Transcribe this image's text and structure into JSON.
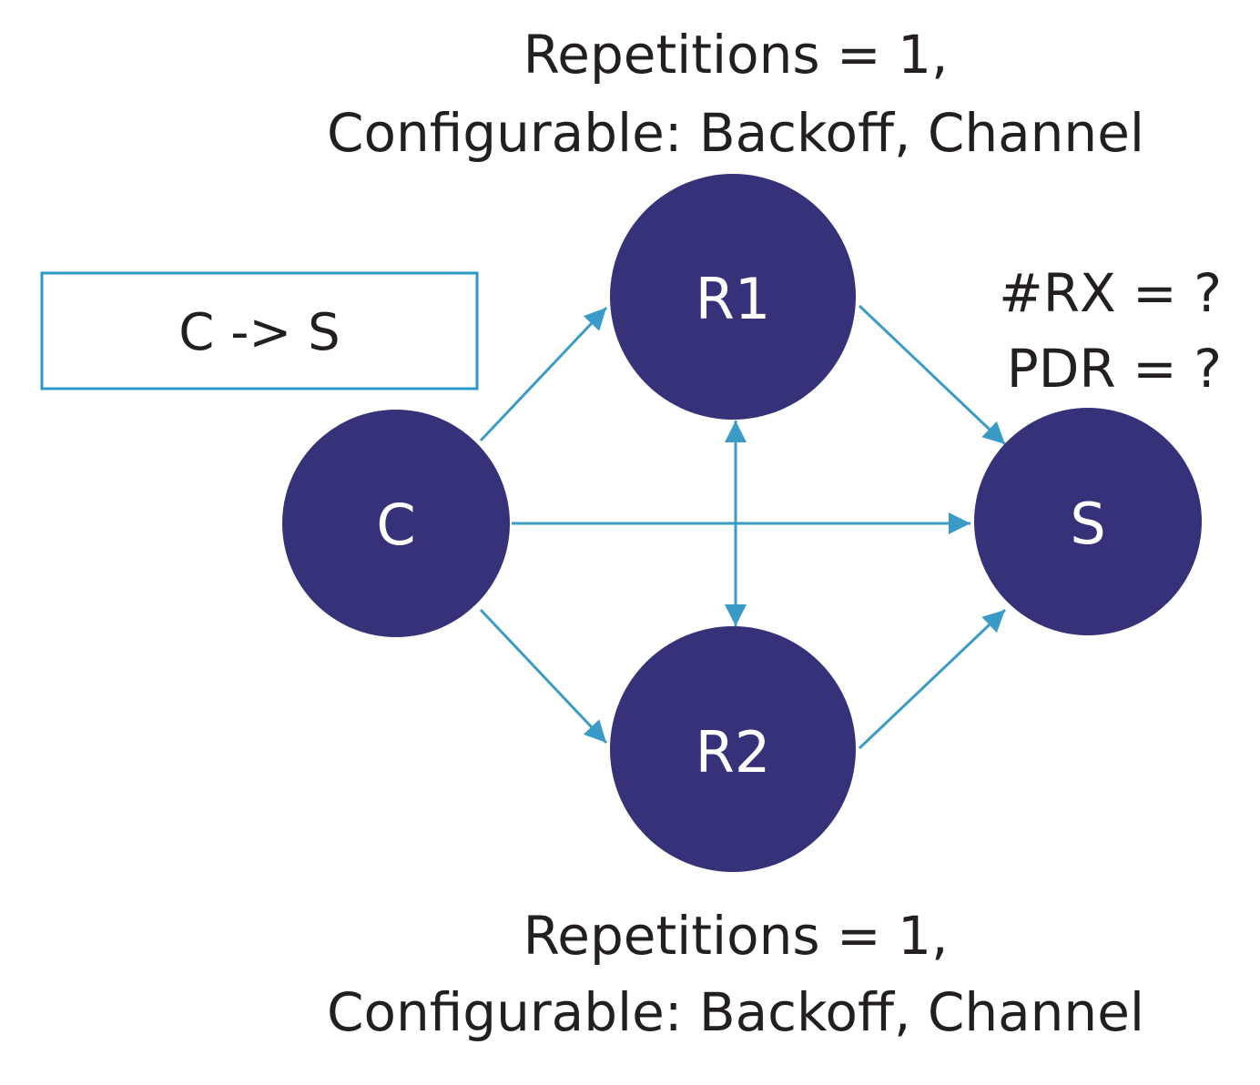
{
  "colors": {
    "node_fill": "#36327a",
    "edge": "#3a9cc6",
    "box_border": "#2a98c8",
    "text": "#231f20",
    "node_text": "#ffffff"
  },
  "top_caption": {
    "line1": "Repetitions = 1,",
    "line2": "Configurable: Backoff, Channel"
  },
  "bottom_caption": {
    "line1": "Repetitions = 1,",
    "line2": "Configurable: Backoff, Channel"
  },
  "flow_box": {
    "label": "C -> S"
  },
  "metrics": {
    "rx": "#RX = ?",
    "pdr": "PDR = ?"
  },
  "nodes": {
    "c": "C",
    "r1": "R1",
    "r2": "R2",
    "s": "S"
  },
  "edges": [
    {
      "from": "C",
      "to": "R1",
      "direction": "forward"
    },
    {
      "from": "C",
      "to": "R2",
      "direction": "forward"
    },
    {
      "from": "C",
      "to": "S",
      "direction": "forward"
    },
    {
      "from": "R1",
      "to": "S",
      "direction": "forward"
    },
    {
      "from": "R2",
      "to": "S",
      "direction": "forward"
    },
    {
      "from": "R1",
      "to": "R2",
      "direction": "both"
    }
  ]
}
